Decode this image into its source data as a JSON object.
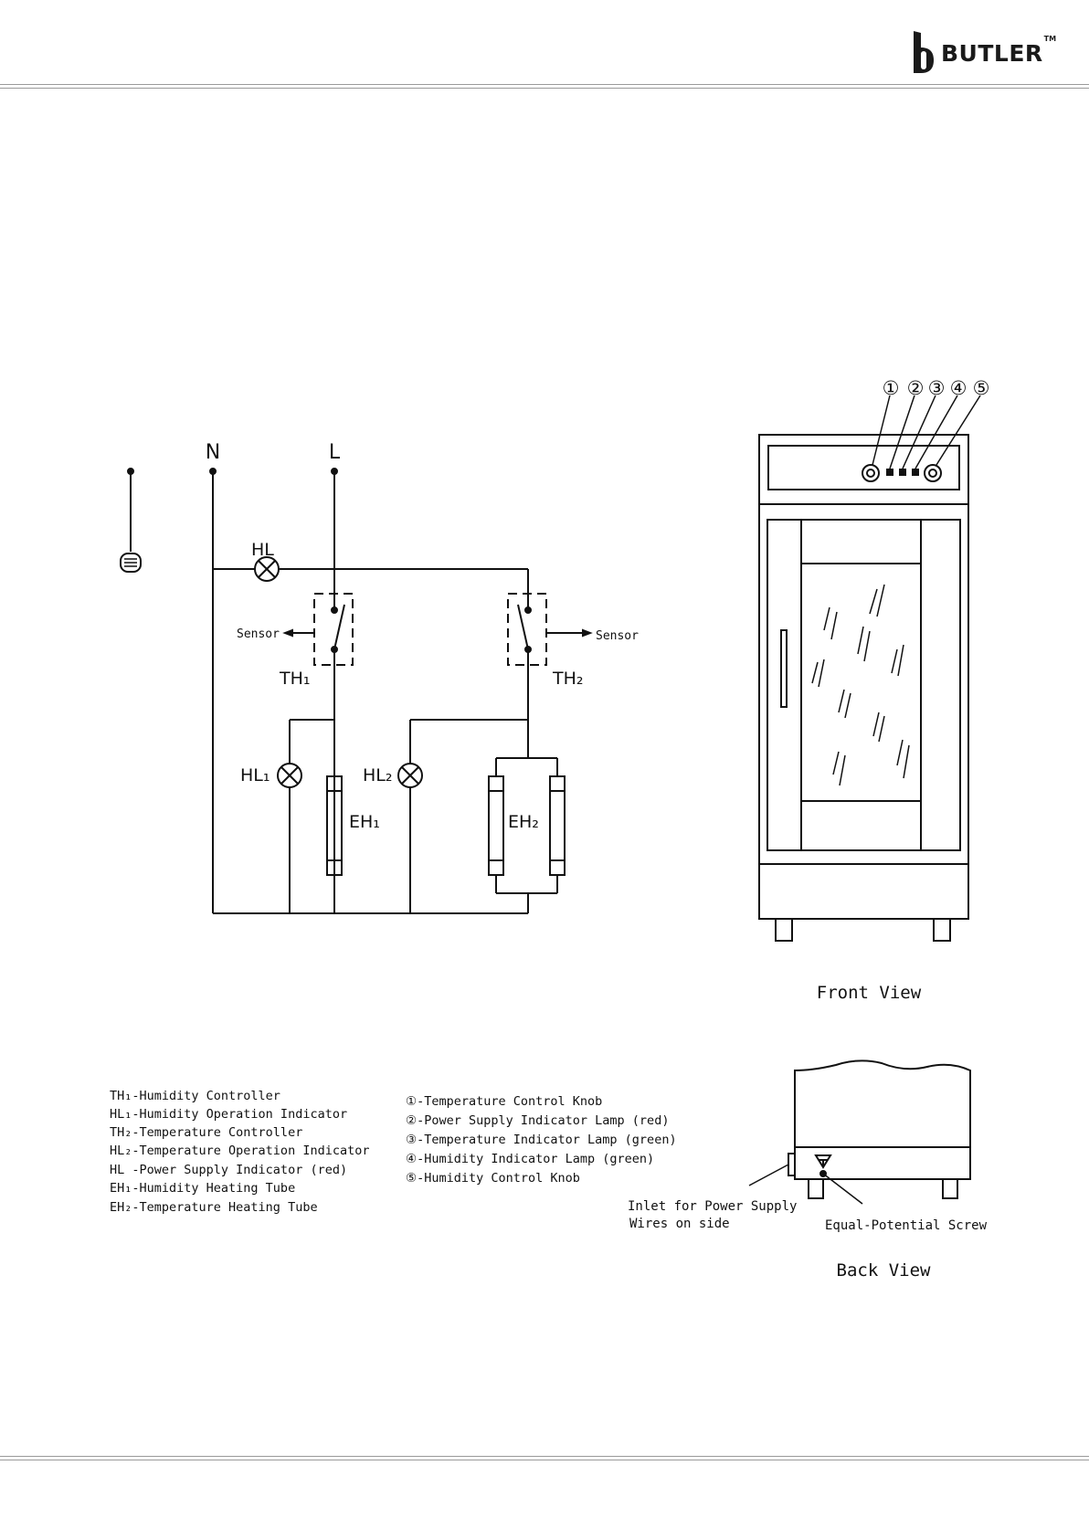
{
  "brand": {
    "name": "BUTLER",
    "trademark": "TM"
  },
  "circuit": {
    "terminals": {
      "neutral": "N",
      "live": "L"
    },
    "components": {
      "power_lamp": "HL",
      "th1": "TH₁",
      "th2": "TH₂",
      "hl1": "HL₁",
      "hl2": "HL₂",
      "eh1": "EH₁",
      "eh2": "EH₂",
      "sensor_left": "Sensor",
      "sensor_right": "Sensor"
    }
  },
  "front_view": {
    "title": "Front View",
    "callouts": [
      "①",
      "②",
      "③",
      "④",
      "⑤"
    ]
  },
  "back_view": {
    "title": "Back View",
    "inlet_label_1": "Inlet for Power Supply",
    "inlet_label_2": "Wires on side",
    "screw_label": "Equal-Potential Screw"
  },
  "legend_components": [
    "TH₁-Humidity Controller",
    "HL₁-Humidity Operation Indicator",
    "TH₂-Temperature Controller",
    "HL₂-Temperature Operation Indicator",
    "HL -Power Supply Indicator (red)",
    "EH₁-Humidity Heating Tube",
    "EH₂-Temperature Heating Tube"
  ],
  "legend_controls": [
    "①-Temperature Control Knob",
    "②-Power Supply Indicator Lamp (red)",
    "③-Temperature Indicator Lamp (green)",
    "④-Humidity Indicator Lamp (green)",
    "⑤-Humidity Control Knob"
  ]
}
